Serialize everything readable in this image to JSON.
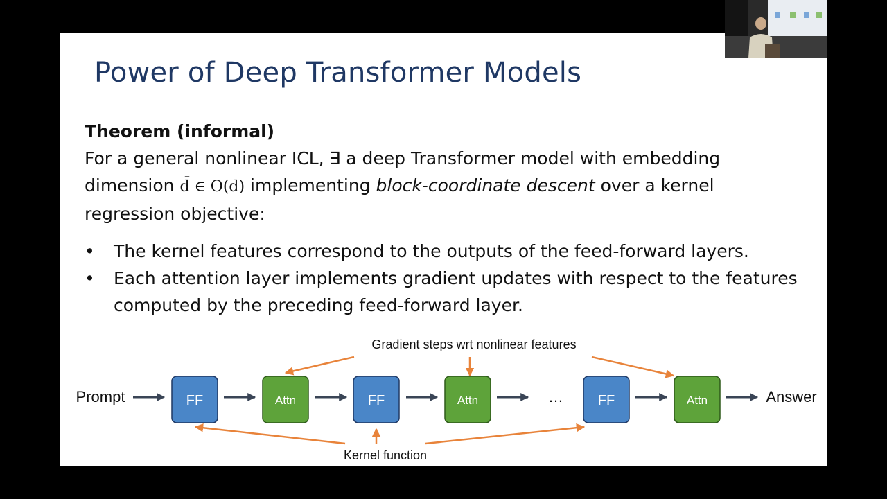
{
  "slide": {
    "title": "Power of Deep Transformer Models",
    "theorem_heading": "Theorem (informal)",
    "theorem_line1": "For a general nonlinear ICL, ∃ a deep Transformer model with embedding",
    "theorem_line2_pre": "dimension ",
    "theorem_math": "d̄ ∈ O(d)",
    "theorem_line2_mid": " implementing ",
    "theorem_line2_italic": "block-coordinate descent",
    "theorem_line2_post": " over a kernel",
    "theorem_line3": "regression objective:",
    "bullets": [
      "The kernel features correspond to the outputs of the feed-forward layers.",
      "Each attention layer implements gradient updates with respect to the features computed by the preceding feed-forward layer."
    ]
  },
  "diagram": {
    "top_label": "Gradient steps wrt nonlinear features",
    "bottom_label": "Kernel function",
    "prompt_label": "Prompt",
    "answer_label": "Answer",
    "ellipsis": "…",
    "blocks": [
      {
        "label": "FF",
        "kind": "ff"
      },
      {
        "label": "Attn",
        "kind": "attn"
      },
      {
        "label": "FF",
        "kind": "ff"
      },
      {
        "label": "Attn",
        "kind": "attn"
      },
      {
        "label": "FF",
        "kind": "ff"
      },
      {
        "label": "Attn",
        "kind": "attn"
      }
    ]
  },
  "colors": {
    "title": "#1f3864",
    "ff_block": "#4a86c8",
    "attn_block": "#5ea33a",
    "orange_arrow": "#e8833a",
    "dark_arrow": "#3a4556"
  }
}
